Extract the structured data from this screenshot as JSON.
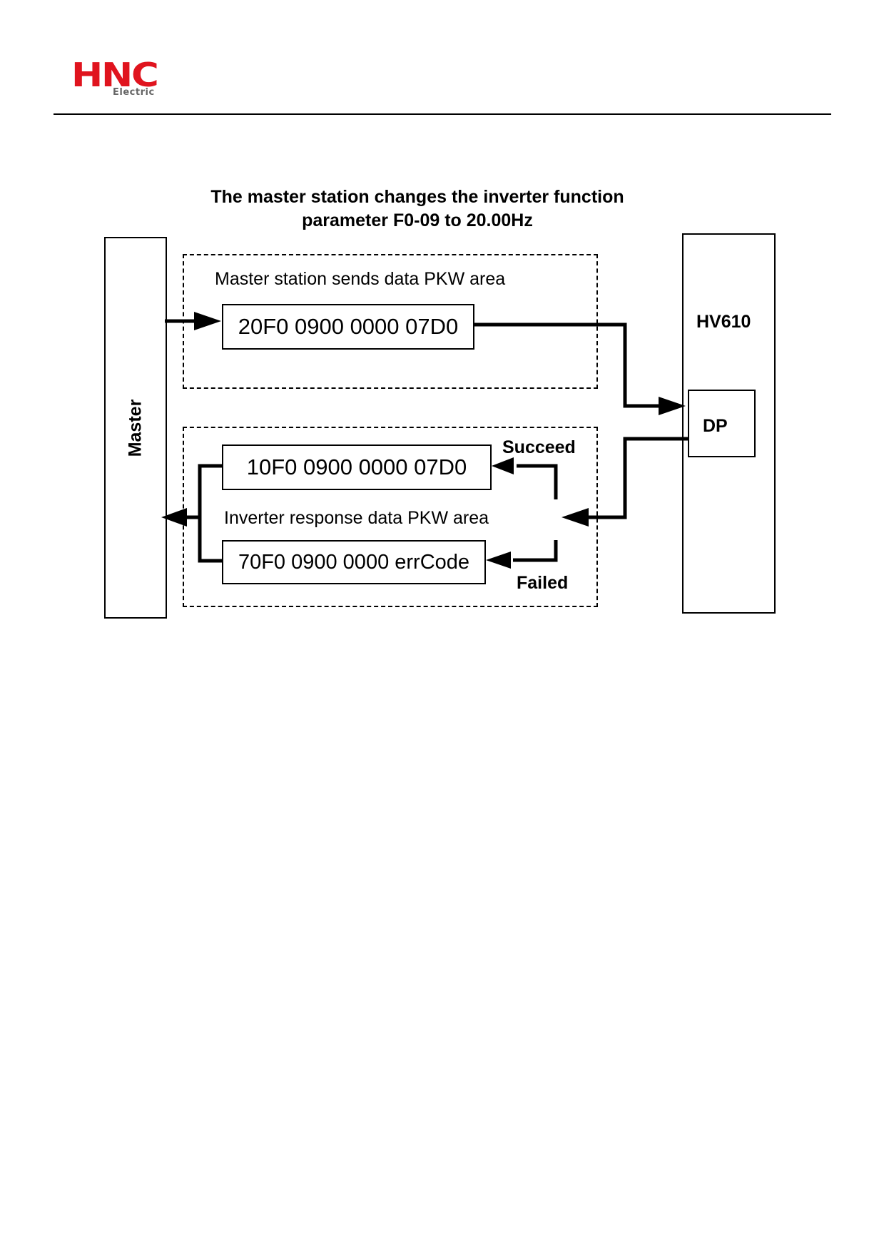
{
  "header": {
    "logo_text": "HNC",
    "logo_subtext": "Electric",
    "brand_color": "#e0141e"
  },
  "diagram": {
    "title_line1": "The master station changes the inverter function",
    "title_line2": "parameter F0-09 to 20.00Hz",
    "master_label": "Master",
    "device_label": "HV610",
    "dp_label": "DP",
    "send_area_label": "Master station sends data PKW area",
    "send_code": "20F0 0900 0000 07D0",
    "response_area_label": "Inverter response data PKW area",
    "success_code": "10F0 0900 0000 07D0",
    "fail_code": "70F0 0900 0000 errCode",
    "success_label": "Succeed",
    "fail_label": "Failed"
  }
}
